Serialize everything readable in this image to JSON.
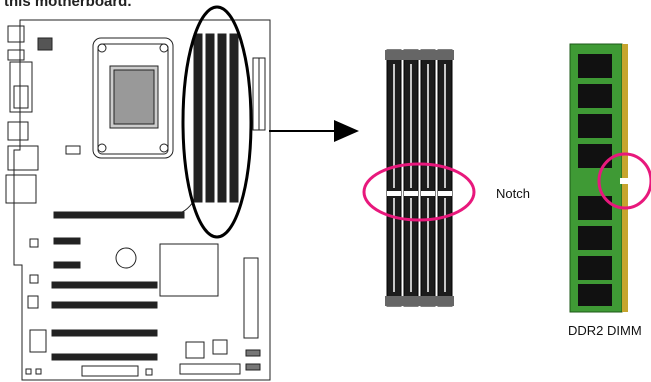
{
  "header": {
    "caption": "this motherboard."
  },
  "labels": {
    "notch": "Notch",
    "dimm": "DDR2 DIMM"
  },
  "colors": {
    "highlight_black": "#000000",
    "highlight_pink": "#e8187c",
    "pcb_green": "#3f9a35",
    "contact_gold": "#c6a52e"
  },
  "icons": {
    "arrow": "arrow-right-icon"
  }
}
